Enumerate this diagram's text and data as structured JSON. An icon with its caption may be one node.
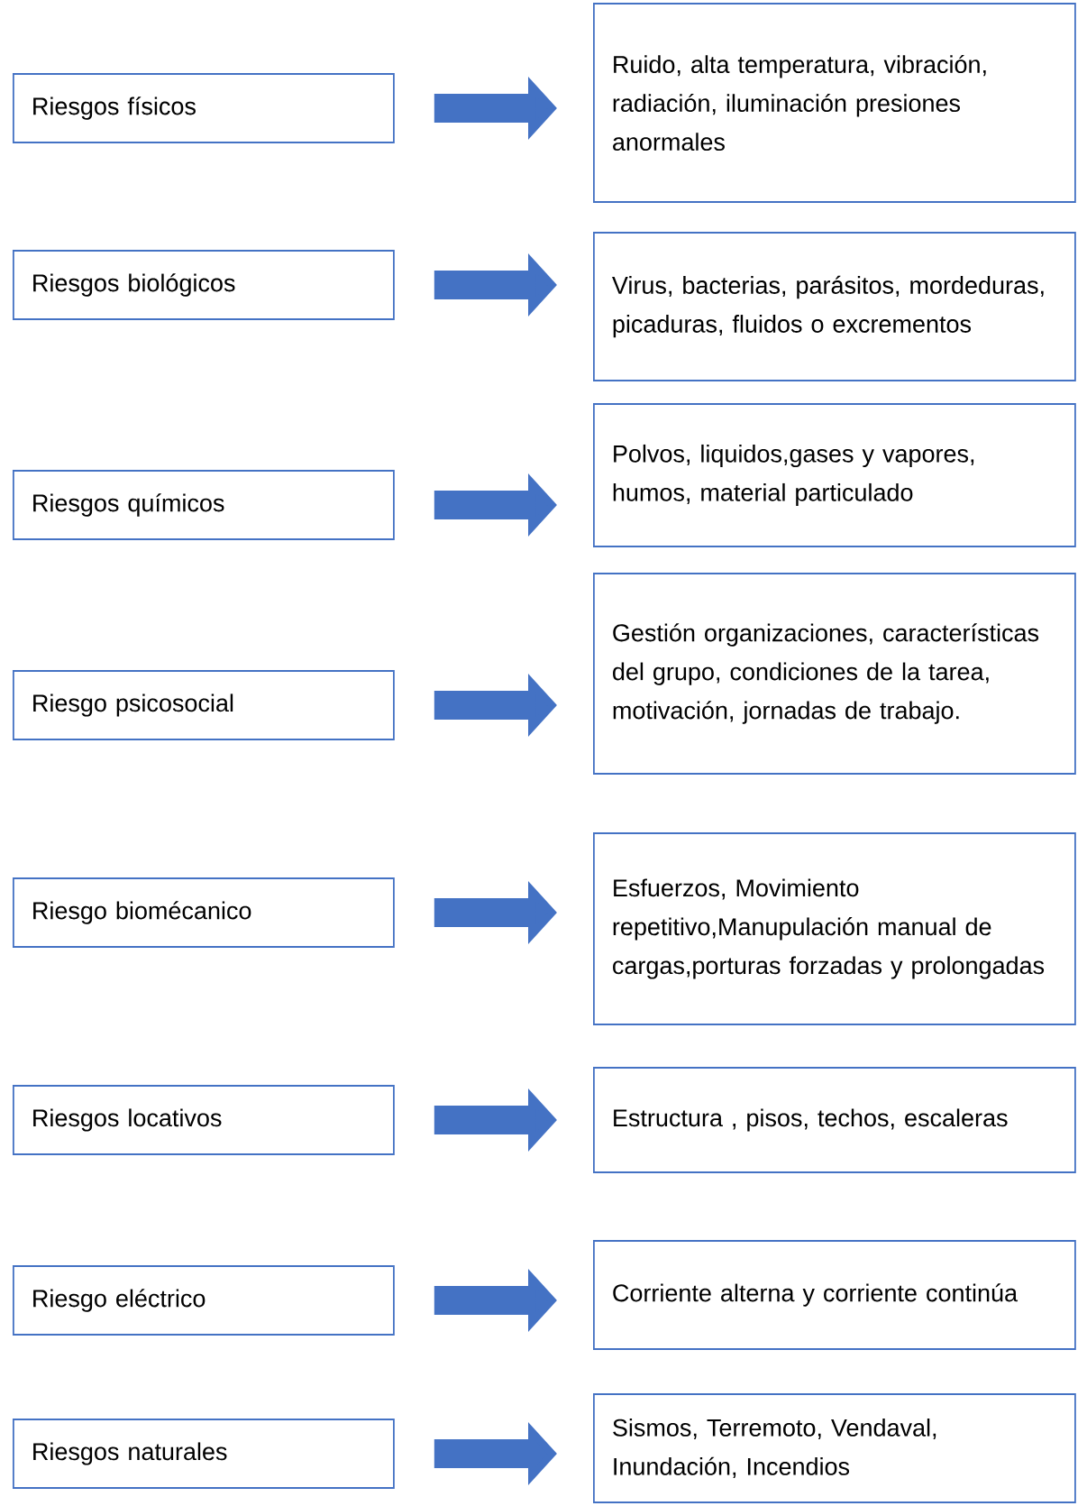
{
  "diagram": {
    "nodes": [
      {
        "text": [
          "Riesgos físicos"
        ]
      },
      {
        "text": [
          "Ruido, alta temperatura, vibración, radiación, iluminación presiones anormales"
        ]
      },
      {
        "text": [
          "Riesgos biológicos"
        ]
      },
      {
        "text": [
          "Virus, bacterias, parásitos, mordeduras, picaduras, fluidos o excrementos"
        ]
      },
      {
        "text": [
          "Riesgos químicos"
        ]
      },
      {
        "text": [
          "Polvos, liquidos,gases y vapores, humos, material particulado"
        ]
      },
      {
        "text": [
          "Riesgo psicosocial"
        ]
      },
      {
        "text": [
          "Gestión organizaciones, características del grupo, condiciones de la tarea, motivación, jornadas de trabajo."
        ]
      },
      {
        "text": [
          "Riesgo biomécanico"
        ]
      },
      {
        "text": [
          "Esfuerzos, Movimiento repetitivo,Manupulación manual de cargas,porturas forzadas y prolongadas"
        ]
      },
      {
        "text": [
          "Riesgos locativos"
        ]
      },
      {
        "text": [
          "Estructura , pisos, techos, escaleras"
        ]
      },
      {
        "text": [
          "Riesgo eléctrico"
        ]
      },
      {
        "text": [
          "Corriente alterna y corriente continúa"
        ]
      },
      {
        "text": [
          "Riesgos naturales"
        ]
      },
      {
        "text": [
          "Sismos, Terremoto, Vendaval, Inundación, Incendios"
        ]
      }
    ],
    "edges": [
      {
        "from": 0,
        "to": 1,
        "arrow": "to"
      },
      {
        "from": 2,
        "to": 3,
        "arrow": "to"
      },
      {
        "from": 4,
        "to": 5,
        "arrow": "to"
      },
      {
        "from": 6,
        "to": 7,
        "arrow": "to"
      },
      {
        "from": 8,
        "to": 9,
        "arrow": "to"
      },
      {
        "from": 10,
        "to": 11,
        "arrow": "to"
      },
      {
        "from": 12,
        "to": 13,
        "arrow": "to"
      },
      {
        "from": 14,
        "to": 15,
        "arrow": "to"
      }
    ]
  }
}
